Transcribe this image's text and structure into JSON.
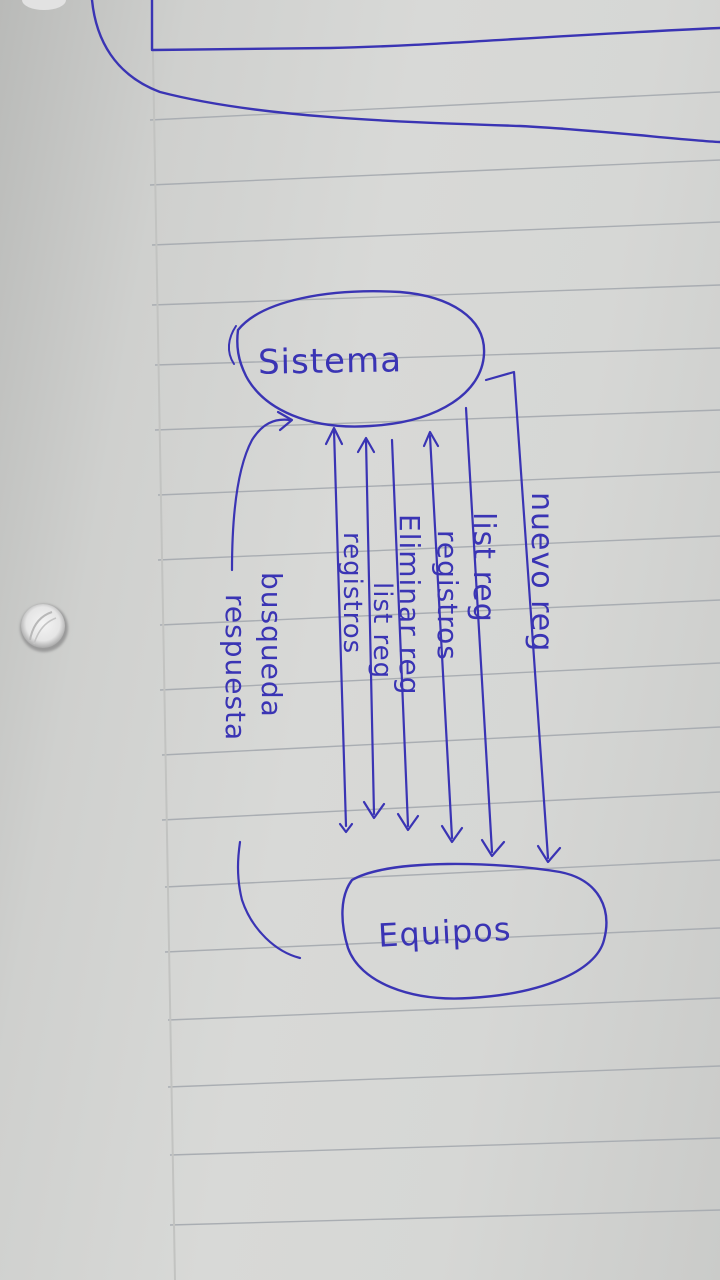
{
  "paper": {
    "background_color": "#d4d5d3",
    "rule_color": "#a9adb2",
    "margin_line_color": "#c2c3c1",
    "ink_color": "#3a34b4"
  },
  "diagram": {
    "nodes": {
      "sistema": {
        "label": "Sistema"
      },
      "equipos": {
        "label": "Equipos"
      }
    },
    "flows": [
      {
        "id": "nuevo-reg",
        "label": "nuevo reg",
        "direction": "sistema-to-equipos"
      },
      {
        "id": "list-reg-1",
        "label": "list reg",
        "direction": "sistema-to-equipos"
      },
      {
        "id": "registros-1",
        "label": "registros",
        "direction": "sistema-to-equipos"
      },
      {
        "id": "eliminar-reg",
        "label": "Eliminar reg",
        "direction": "equipos-to-sistema"
      },
      {
        "id": "list-reg-2",
        "label": "list reg",
        "direction": "equipos-to-sistema"
      },
      {
        "id": "registros-2",
        "label": "registros",
        "direction": "equipos-to-sistema"
      }
    ],
    "loop": {
      "label_line1": "busqueda",
      "label_line2": "respuesta"
    }
  },
  "icons": {
    "binder_hole": "binder-hole-icon"
  }
}
